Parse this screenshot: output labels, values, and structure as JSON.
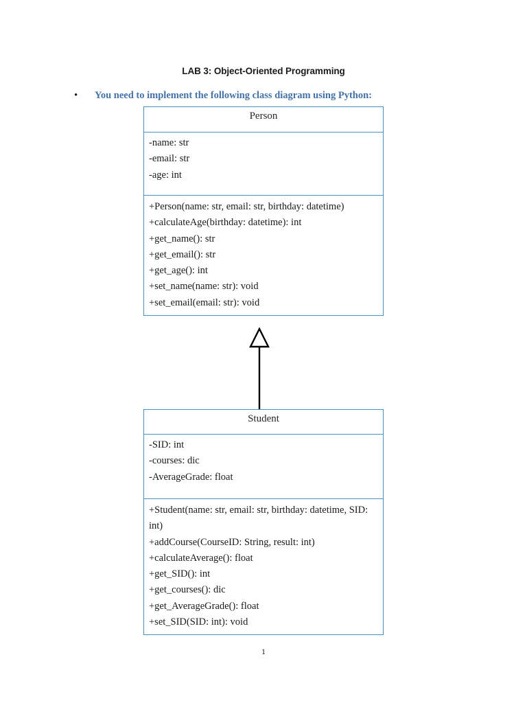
{
  "document": {
    "title": "LAB 3: Object-Oriented Programming",
    "page_number": "1",
    "bullet_marker": "•",
    "instruction": "You need to implement the following class diagram using Python:"
  },
  "colors": {
    "box_border": "#4a90c2",
    "instruction_text": "#4472a8",
    "body_text": "#1a1a1a",
    "connector": "#000000"
  },
  "diagram": {
    "type": "uml-class-diagram",
    "relationship": {
      "kind": "generalization",
      "from": "Student",
      "to": "Person",
      "arrow": "hollow-triangle"
    },
    "classes": [
      {
        "name": "Person",
        "attributes": [
          "-name: str",
          "-email: str",
          "-age: int"
        ],
        "methods": [
          "+Person(name: str, email: str, birthday: datetime)",
          "+calculateAge(birthday: datetime): int",
          "+get_name(): str",
          "+get_email(): str",
          "+get_age(): int",
          "+set_name(name: str): void",
          "+set_email(email: str): void"
        ]
      },
      {
        "name": "Student",
        "attributes": [
          "-SID: int",
          "-courses: dic",
          "-AverageGrade: float"
        ],
        "methods": [
          "+Student(name: str, email: str, birthday: datetime, SID: int)",
          "+addCourse(CourseID: String, result: int)",
          "+calculateAverage(): float",
          "+get_SID(): int",
          "+get_courses(): dic",
          "+get_AverageGrade(): float",
          "+set_SID(SID: int): void"
        ]
      }
    ]
  }
}
